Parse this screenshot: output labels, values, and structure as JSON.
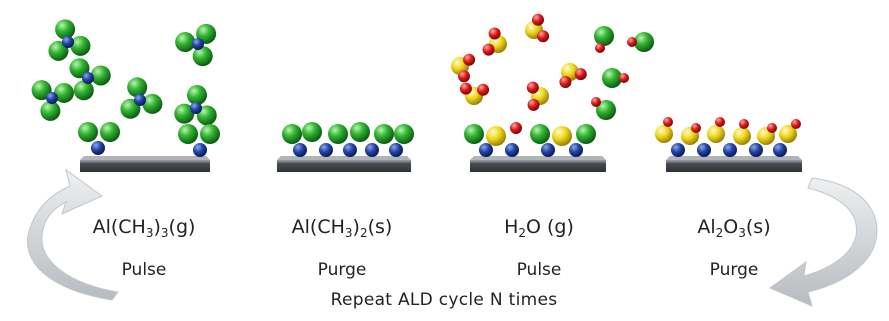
{
  "stages": [
    {
      "formula": [
        [
          "Al(CH",
          ""
        ],
        [
          "3",
          "sub"
        ],
        [
          ")",
          ""
        ],
        [
          "3",
          "sub"
        ],
        [
          "(g)",
          ""
        ]
      ],
      "step": "Pulse"
    },
    {
      "formula": [
        [
          "Al(CH",
          ""
        ],
        [
          "3",
          "sub"
        ],
        [
          ")",
          ""
        ],
        [
          "2",
          "sub"
        ],
        [
          "(s)",
          ""
        ]
      ],
      "step": "Purge"
    },
    {
      "formula": [
        [
          "H",
          ""
        ],
        [
          "2",
          "sub"
        ],
        [
          "O (g)",
          ""
        ]
      ],
      "step": "Pulse"
    },
    {
      "formula": [
        [
          "Al",
          ""
        ],
        [
          "2",
          "sub"
        ],
        [
          "O",
          ""
        ],
        [
          "3",
          "sub"
        ],
        [
          "(s)",
          ""
        ]
      ],
      "step": "Purge"
    }
  ],
  "caption": "Repeat ALD cycle N times",
  "colors": {
    "methyl_green": "#2eae2e",
    "aluminum_blue": "#1f3f9a",
    "oxygen_red": "#e01818",
    "hydrogen_yellow": "#ecd51a",
    "substrate": "#6f7378",
    "arrow": "#c9cccf"
  }
}
